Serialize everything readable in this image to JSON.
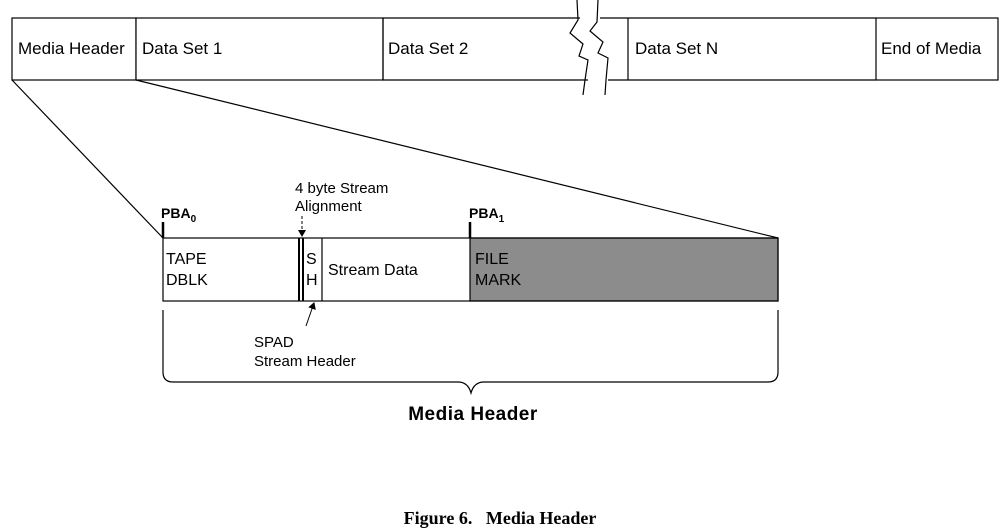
{
  "media_layout": {
    "cells": [
      "Media Header",
      "Data Set 1",
      "Data Set 2",
      "Data Set N",
      "End of Media"
    ]
  },
  "detail": {
    "pba0": {
      "label": "PBA",
      "sub": "0"
    },
    "pba1": {
      "label": "PBA",
      "sub": "1"
    },
    "tape_dblk": [
      "TAPE",
      "DBLK"
    ],
    "sh": [
      "S",
      "H"
    ],
    "stream_data": "Stream Data",
    "file_mark": [
      "FILE",
      "MARK"
    ],
    "alignment_note": [
      "4 byte Stream",
      "Alignment"
    ],
    "spad_note": [
      "SPAD",
      "Stream Header"
    ],
    "brace_label": "Media Header"
  },
  "caption": {
    "number": "Figure 6.",
    "title": "Media Header"
  },
  "colors": {
    "file_mark_fill": "#8c8c8c",
    "stroke": "#000000",
    "background": "#ffffff"
  }
}
